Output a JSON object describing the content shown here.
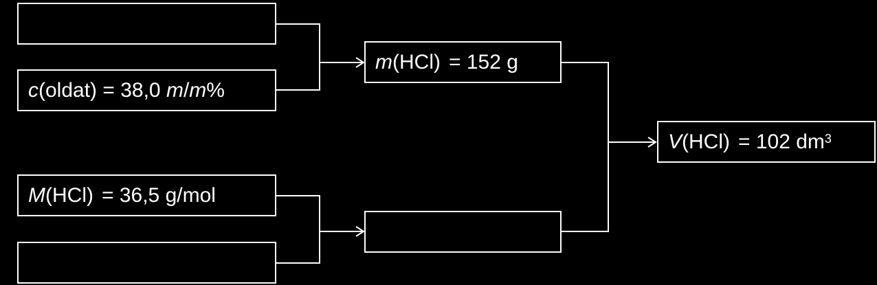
{
  "diagram": {
    "boxes": {
      "solution_mass": {
        "text": ""
      },
      "concentration": {
        "symbol": "c",
        "open": "(oldat) = 38,0 ",
        "unit_a": "m",
        "slash": "/",
        "unit_b": "m",
        "percent": "%"
      },
      "molar_mass": {
        "symbol": "M",
        "open": "(HCl)",
        "rest": "= 36,5 g/mol"
      },
      "molar_volume": {
        "text": ""
      },
      "hcl_mass": {
        "symbol": "m",
        "open": "(HCl)",
        "rest": "= 152 g"
      },
      "hcl_amount": {
        "text": ""
      },
      "hcl_volume": {
        "symbol": "V",
        "open": "(HCl)",
        "rest": "= 102 dm",
        "exp": "3"
      }
    },
    "colors": {
      "background": "#000000",
      "stroke": "#ffffff",
      "text": "#ffffff"
    }
  }
}
